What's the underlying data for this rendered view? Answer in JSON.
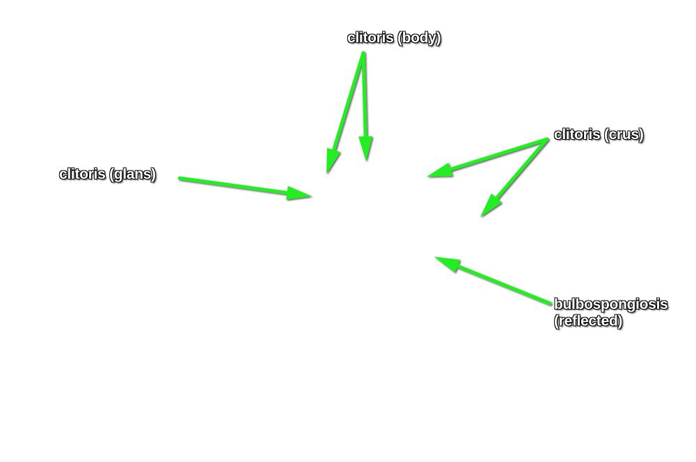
{
  "colors": {
    "arrow": "#22ee22",
    "label_text": "#ffffff",
    "label_outline": "#000000"
  },
  "labels": {
    "body": "clitoris (body)",
    "crus": "clitoris (crus)",
    "glans": "clitoris (glans)",
    "bulbo_line1": "bulbospongiosis",
    "bulbo_line2": "(reflected)"
  }
}
